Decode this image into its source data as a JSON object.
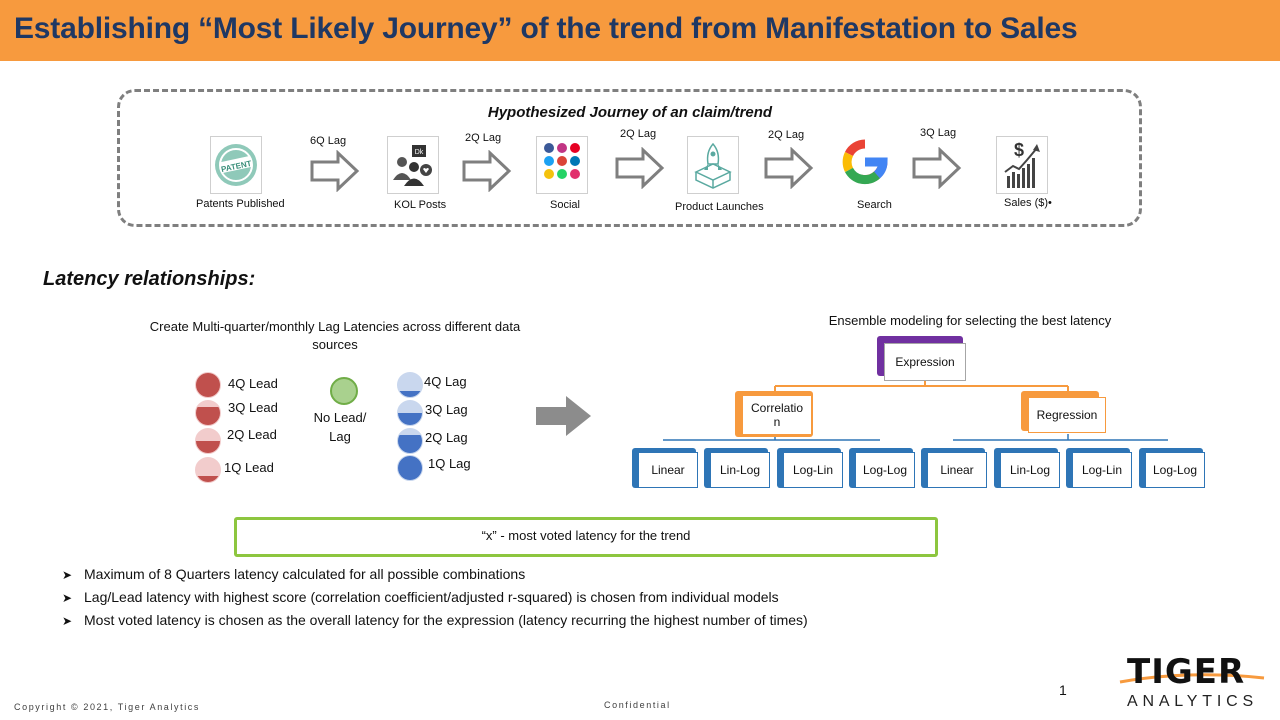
{
  "title": "Establishing “Most Likely Journey” of the trend from Manifestation to Sales",
  "journey": {
    "title": "Hypothesized Journey of an claim/trend",
    "stages": [
      {
        "label": "Patents Published",
        "icon": "patent-icon"
      },
      {
        "label": "KOL Posts",
        "icon": "kol-icon"
      },
      {
        "label": "Social",
        "icon": "social-media-icon"
      },
      {
        "label": "Product Launches",
        "icon": "rocket-icon"
      },
      {
        "label": "Search",
        "icon": "google-icon"
      },
      {
        "label": "Sales ($)•",
        "icon": "sales-chart-icon"
      }
    ],
    "lags": [
      "6Q Lag",
      "2Q Lag",
      "2Q Lag",
      "2Q Lag",
      "3Q Lag"
    ]
  },
  "latency": {
    "heading": "Latency relationships:",
    "intro": "Create Multi-quarter/monthly Lag Latencies across different data sources",
    "leads": [
      {
        "label": "4Q Lead",
        "fill": 1.0
      },
      {
        "label": "3Q Lead",
        "fill": 0.75
      },
      {
        "label": "2Q Lead",
        "fill": 0.5
      },
      {
        "label": "1Q Lead",
        "fill": 0.25
      }
    ],
    "no_lead": "No Lead/ Lag",
    "lags": [
      {
        "label": "4Q Lag",
        "fill": 0.25
      },
      {
        "label": "3Q Lag",
        "fill": 0.5
      },
      {
        "label": "2Q Lag",
        "fill": 0.75
      },
      {
        "label": "1Q Lag",
        "fill": 1.0
      }
    ],
    "colors": {
      "lead": "#c0504d",
      "lead_light": "#f2cccc",
      "lag": "#4472c4",
      "lag_light": "#c9d7ee"
    }
  },
  "ensemble": {
    "title": "Ensemble modeling for selecting the best latency",
    "root": "Expression",
    "branches": [
      {
        "label": "Correlatio n",
        "leaves": [
          "Linear",
          "Lin-Log",
          "Log-Lin",
          "Log-Log"
        ]
      },
      {
        "label": "Regression",
        "leaves": [
          "Linear",
          "Lin-Log",
          "Log-Lin",
          "Log-Log"
        ]
      }
    ]
  },
  "voted": "“x” - most voted latency for the trend",
  "bullets": [
    "Maximum of 8 Quarters latency calculated for all possible combinations",
    "Lag/Lead latency with highest score (correlation coefficient/adjusted r-squared) is chosen from individual models",
    "Most voted latency is chosen as the overall latency for the expression (latency recurring the highest number of times)"
  ],
  "footer": {
    "copyright": "Copyright © 2021, Tiger Analytics",
    "confidential": "Confidential",
    "page": "1",
    "logo_top": "TIGER",
    "logo_bottom": "ANALYTICS"
  }
}
